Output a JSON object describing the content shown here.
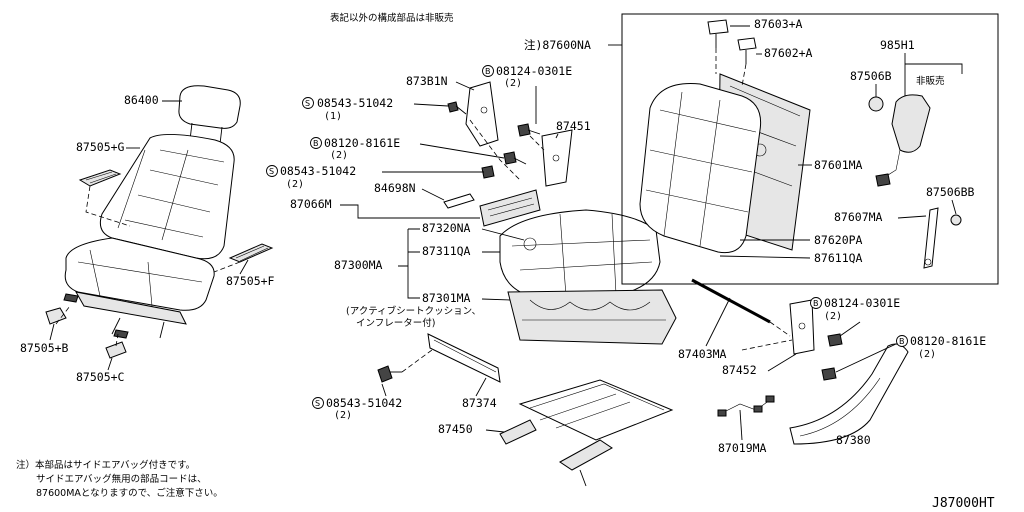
{
  "header_note": "表記以外の構成部品は非販売",
  "figure_code": "J87000HT",
  "footnote": {
    "line1": "注）本部品はサイドエアバッグ付きです。",
    "line2": "サイドエアバッグ無用の部品コードは、",
    "line3": "87600MAとなりますので、ご注意下さい。"
  },
  "labels": {
    "p86400": "86400",
    "p87505g": "87505+G",
    "p87505f": "87505+F",
    "p87505b": "87505+B",
    "p87505c": "87505+C",
    "p873b1n": "873B1N",
    "b08124a": "08124-0301E",
    "b08124a_qty": "(2)",
    "s08543a": "08543-51042",
    "s08543a_qty": "(1)",
    "b08120a": "08120-8161E",
    "b08120a_qty": "(2)",
    "p87451": "87451",
    "s08543b": "08543-51042",
    "s08543b_qty": "(2)",
    "p84698n": "84698N",
    "p87066m": "87066M",
    "p87320na": "87320NA",
    "p87311qa": "87311QA",
    "p87300ma": "87300MA",
    "p87301ma": "87301MA",
    "active_note1": "(アクティブシートクッション、",
    "active_note2": "インフレーター付)",
    "s08543c": "08543-51042",
    "s08543c_qty": "(2)",
    "p87374": "87374",
    "p87450": "87450",
    "n87600na": "注)87600NA",
    "p87603a": "87603+A",
    "p87602a": "87602+A",
    "p985h1": "985H1",
    "p87506b": "87506B",
    "non_sale": "非販売",
    "p87601ma": "87601MA",
    "p87506bb": "87506BB",
    "p87607ma": "87607MA",
    "p87620pa": "87620PA",
    "p87611qa": "87611QA",
    "p87403ma": "87403MA",
    "b08124b": "08124-0301E",
    "b08124b_qty": "(2)",
    "b08120b": "08120-8161E",
    "b08120b_qty": "(2)",
    "p87452": "87452",
    "p87019ma": "87019MA",
    "p87380": "87380"
  },
  "prefix_marks": {
    "bolt": "B",
    "screw": "S"
  }
}
